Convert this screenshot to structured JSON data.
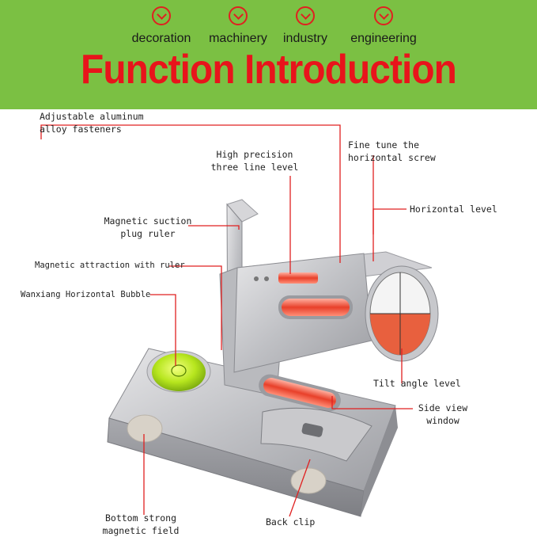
{
  "header": {
    "categories": [
      "decoration",
      "machinery",
      "industry",
      "engineering"
    ],
    "title": "Function Introduction",
    "colors": {
      "banner": "#7bc043",
      "title": "#e8141b",
      "icon": "#e02020",
      "leader": "#e02020"
    }
  },
  "callouts": {
    "fasteners": "Adjustable aluminum\nalloy fasteners",
    "three_line": "High precision\nthree line level",
    "fine_tune": "Fine tune the\nhorizontal screw",
    "horizontal": "Horizontal level",
    "plug_ruler": "Magnetic suction\nplug ruler",
    "attraction": "Magnetic attraction with ruler",
    "wanxiang": "Wanxiang Horizontal Bubble",
    "tilt": "Tilt angle level",
    "side_view": "Side view\nwindow",
    "bottom": "Bottom strong\nmagnetic field",
    "back_clip": "Back clip"
  }
}
